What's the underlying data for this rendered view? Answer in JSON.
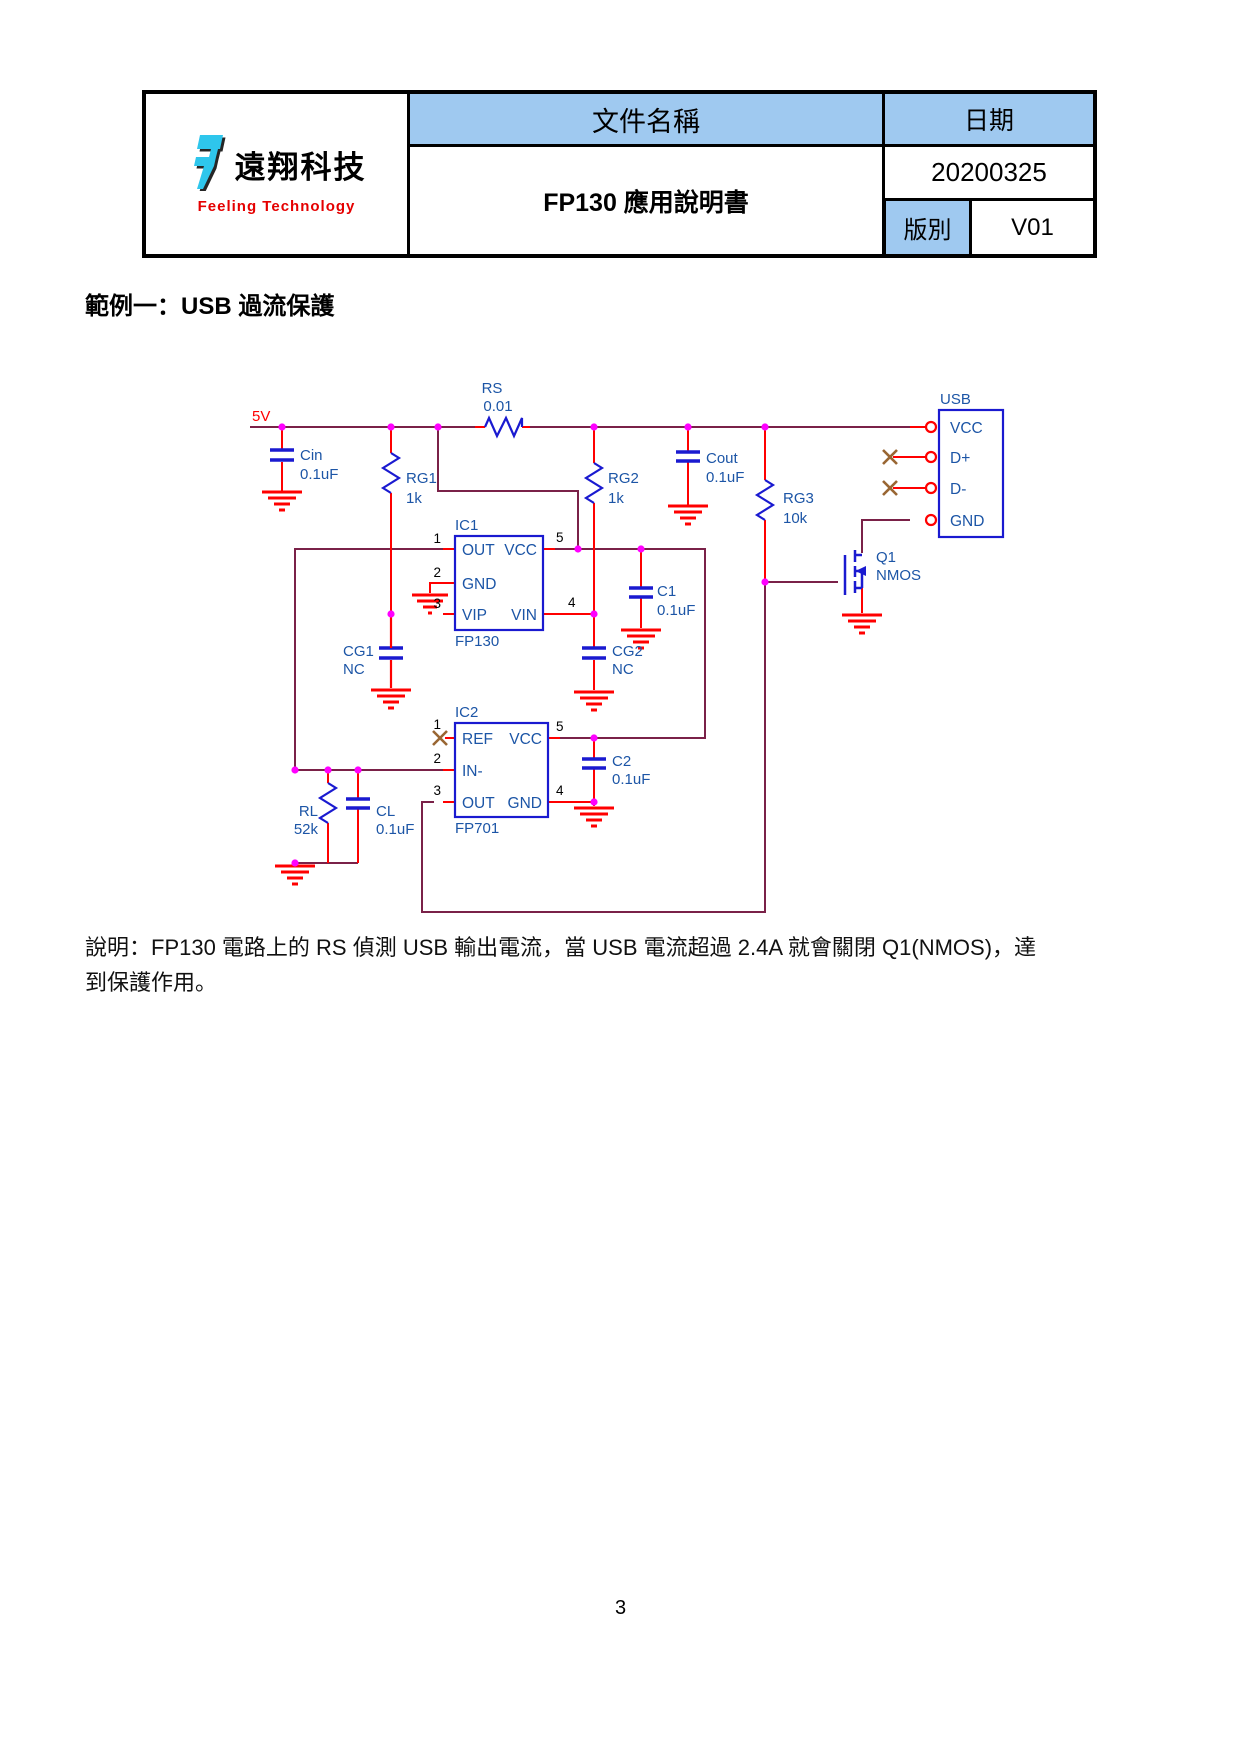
{
  "header": {
    "logo_title": "遠翔科技",
    "logo_subtitle": "Feeling Technology",
    "doc_label": "文件名稱",
    "doc_title": "FP130 應用說明書",
    "date_label": "日期",
    "date_value": "20200325",
    "version_label": "版別",
    "version_value": "V01"
  },
  "section": {
    "heading": "範例一：USB 過流保護"
  },
  "description": {
    "line1": "說明：FP130 電路上的 RS 偵測 USB 輸出電流，當 USB 電流超過 2.4A 就會關閉 Q1(NMOS)，達",
    "line2": "到保護作用。"
  },
  "page": {
    "number": "3"
  },
  "colors": {
    "table_header_bg": "#9FC9F0",
    "wire": "#7A2148",
    "component_blue": "#1A1AD0",
    "label_blue": "#1C55A6",
    "junction": "#FF00FF",
    "power_red": "#FF0000",
    "no_connect": "#996633",
    "logo_cyan": "#2EC6EC",
    "logo_red": "#E50000"
  },
  "schematic": {
    "labels": {
      "v5": "5V",
      "rs": "RS",
      "rs_val": "0.01",
      "cin": "Cin",
      "cin_val": "0.1uF",
      "rg1": "RG1",
      "rg1_val": "1k",
      "rg2": "RG2",
      "rg2_val": "1k",
      "cout": "Cout",
      "cout_val": "0.1uF",
      "rg3": "RG3",
      "rg3_val": "10k",
      "c1": "C1",
      "c1_val": "0.1uF",
      "cg1": "CG1",
      "cg1_val": "NC",
      "cg2": "CG2",
      "cg2_val": "NC",
      "c2": "C2",
      "c2_val": "0.1uF",
      "rl": "RL",
      "rl_val": "52k",
      "cl": "CL",
      "cl_val": "0.1uF",
      "ic1": "IC1",
      "ic1_part": "FP130",
      "ic2": "IC2",
      "ic2_part": "FP701",
      "q1": "Q1",
      "q1_part": "NMOS",
      "usb": "USB"
    },
    "ic1_pins": {
      "p1": "OUT",
      "p2": "GND",
      "p3": "VIP",
      "p5": "VCC",
      "p4": "VIN"
    },
    "ic2_pins": {
      "p1": "REF",
      "p2": "IN-",
      "p3": "OUT",
      "p5": "VCC",
      "p4": "GND"
    },
    "usb_pins": {
      "vcc": "VCC",
      "dp": "D+",
      "dm": "D-",
      "gnd": "GND"
    },
    "pin_numbers": {
      "n1": "1",
      "n2": "2",
      "n3": "3",
      "n4": "4",
      "n5": "5"
    }
  }
}
